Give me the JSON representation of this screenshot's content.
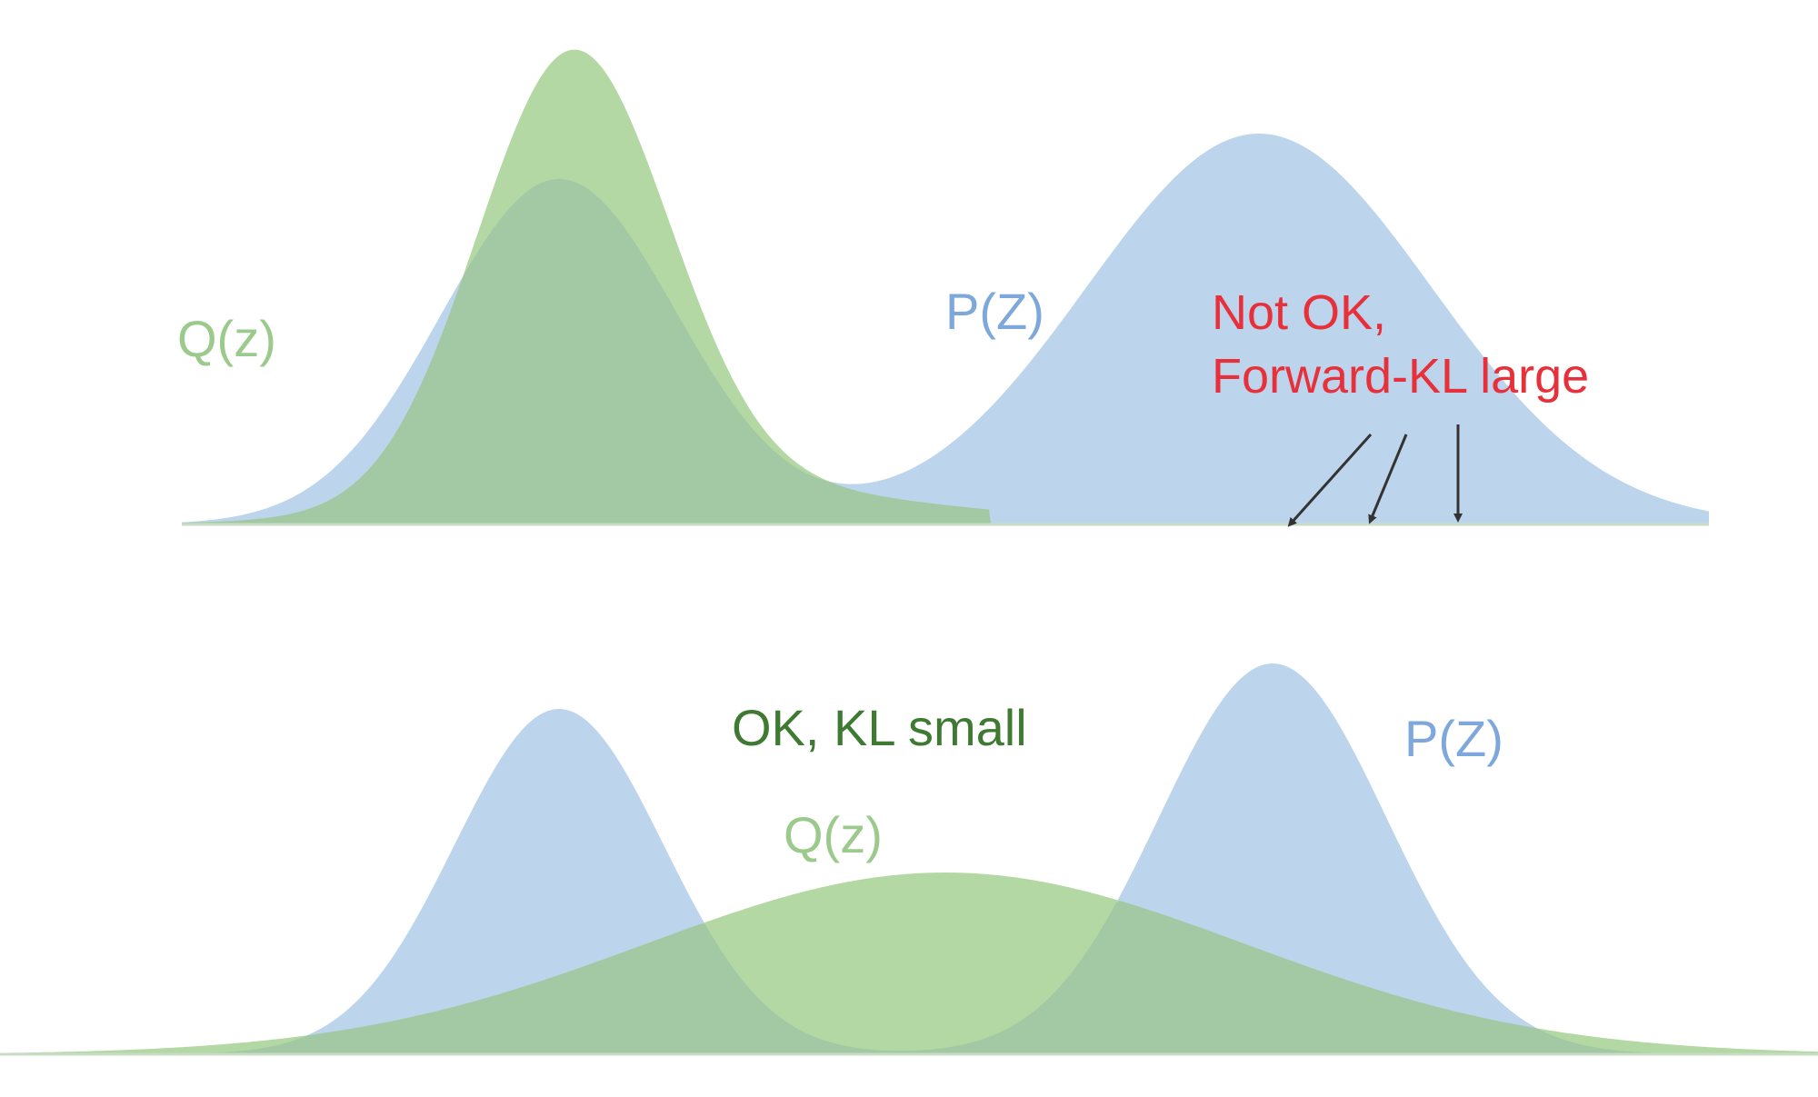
{
  "colors": {
    "p_fill": "#bcd4ec",
    "q_fill": "#a9d19a",
    "q_overlap": "#a3c9a4",
    "q_only": "#b3d8a3",
    "p_label": "#7ea8db",
    "q_label": "#9cc98c",
    "warn_label": "#e8303a",
    "ok_label": "#3f7a33",
    "arrow": "#333333"
  },
  "top_panel": {
    "q_label": "Q(z)",
    "p_label": "P(Z)",
    "warning_line1": "Not OK,",
    "warning_line2": "Forward-KL large",
    "arrow_count": 3
  },
  "bottom_panel": {
    "ok_label": "OK, KL small",
    "q_label": "Q(z)",
    "p_label": "P(Z)"
  }
}
